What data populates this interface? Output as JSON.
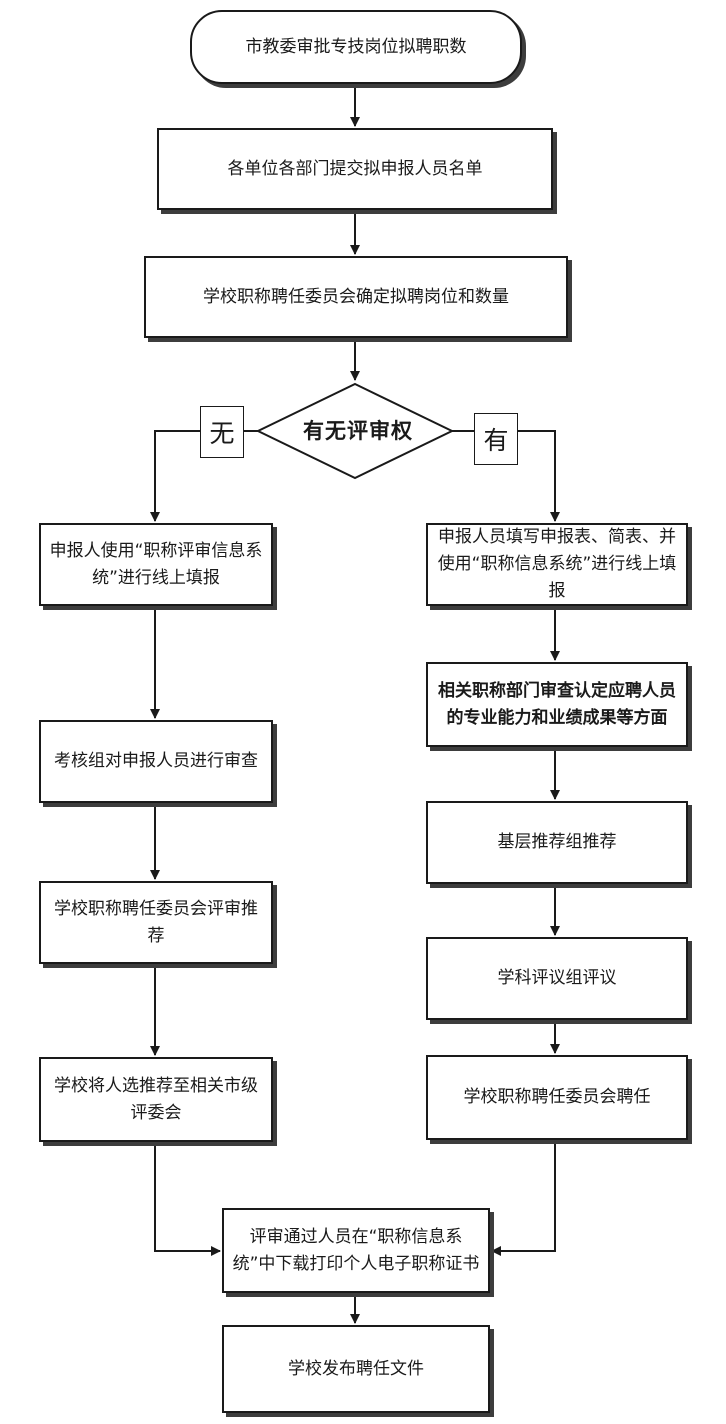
{
  "flowchart": {
    "start": "市教委审批专技岗位拟聘职数",
    "step1": "各单位各部门提交拟申报人员名单",
    "step2": "学校职称聘任委员会确定拟聘岗位和数量",
    "decision": "有无评审权",
    "branch_no_label": "无",
    "branch_yes_label": "有",
    "no_branch": [
      "申报人使用“职称评审信息系统”进行线上填报",
      "考核组对申报人员进行审查",
      "学校职称聘任委员会评审推荐",
      "学校将人选推荐至相关市级评委会"
    ],
    "yes_branch": [
      "申报人员填写申报表、简表、并使用“职称信息系统”进行线上填报",
      "相关职称部门审查认定应聘人员的专业能力和业绩成果等方面",
      "基层推荐组推荐",
      "学科评议组评议",
      "学校职称聘任委员会聘任"
    ],
    "merge": "评审通过人员在“职称信息系统”中下载打印个人电子职称证书",
    "end": "学校发布聘任文件"
  }
}
